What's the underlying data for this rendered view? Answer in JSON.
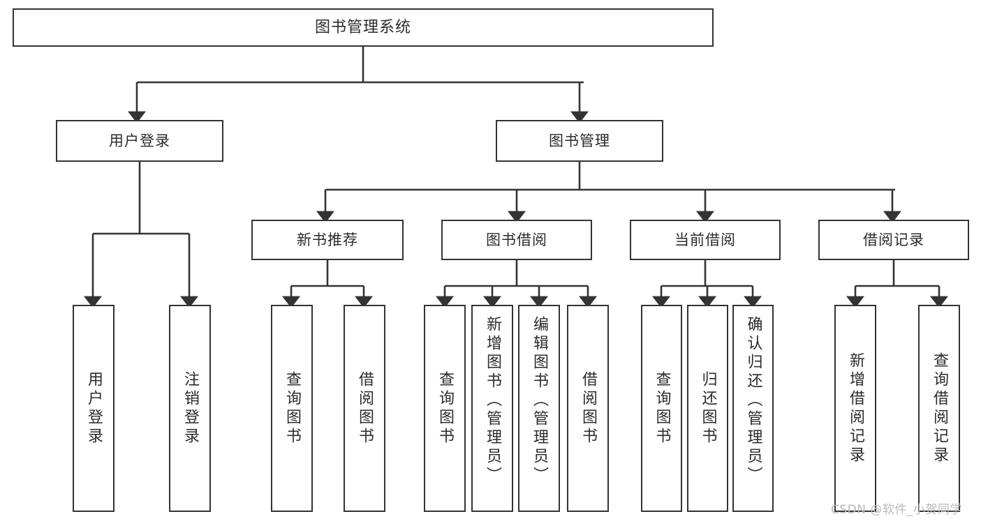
{
  "diagram": {
    "title": "图书管理系统",
    "type": "tree-hierarchy-diagram",
    "root": {
      "label": "图书管理系统"
    },
    "level2": [
      {
        "label": "用户登录"
      },
      {
        "label": "图书管理"
      }
    ],
    "level3": [
      {
        "label": "新书推荐"
      },
      {
        "label": "图书借阅"
      },
      {
        "label": "当前借阅"
      },
      {
        "label": "借阅记录"
      }
    ],
    "leaves": {
      "user_login": [
        {
          "label": "用户登录"
        },
        {
          "label": "注销登录"
        }
      ],
      "new_book_recommend": [
        {
          "label": "查询图书"
        },
        {
          "label": "借阅图书"
        }
      ],
      "book_borrow": [
        {
          "label": "查询图书"
        },
        {
          "label": "新增图书（管理员）"
        },
        {
          "label": "编辑图书（管理员）"
        },
        {
          "label": "借阅图书"
        }
      ],
      "current_borrow": [
        {
          "label": "查询图书"
        },
        {
          "label": "归还图书"
        },
        {
          "label": "确认归还（管理员）"
        }
      ],
      "borrow_record": [
        {
          "label": "新增借阅记录"
        },
        {
          "label": "查询借阅记录"
        }
      ]
    }
  },
  "watermark": {
    "text": "CSDN @软件_小贺同学"
  },
  "colors": {
    "stroke": "#333333",
    "background": "#ffffff",
    "text": "#2b2b2b",
    "watermark": "#b9b9b9"
  }
}
